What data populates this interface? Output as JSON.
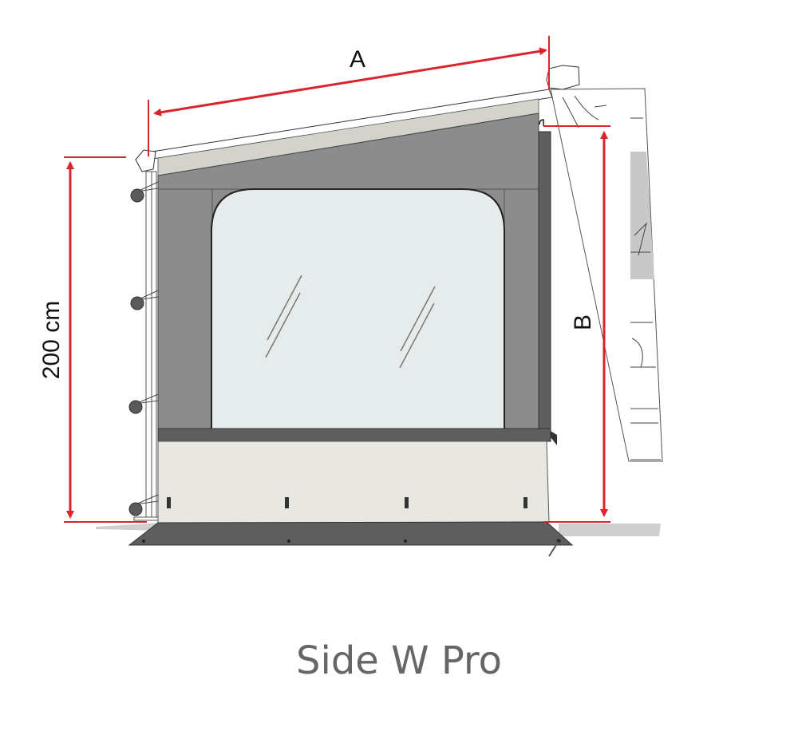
{
  "title": "Side W Pro",
  "dimensions": {
    "width_label": "A",
    "height_label": "200 cm",
    "vehicle_height_label": "B"
  },
  "colors": {
    "dimension_line": "#d9232d",
    "panel_dark": "#5e5e5e",
    "panel_mid": "#8c8c8c",
    "window_fill": "#e6ebeb",
    "valance": "#d3d3cb",
    "skirt_light": "#e8e7e2",
    "caption_text": "#666666"
  }
}
